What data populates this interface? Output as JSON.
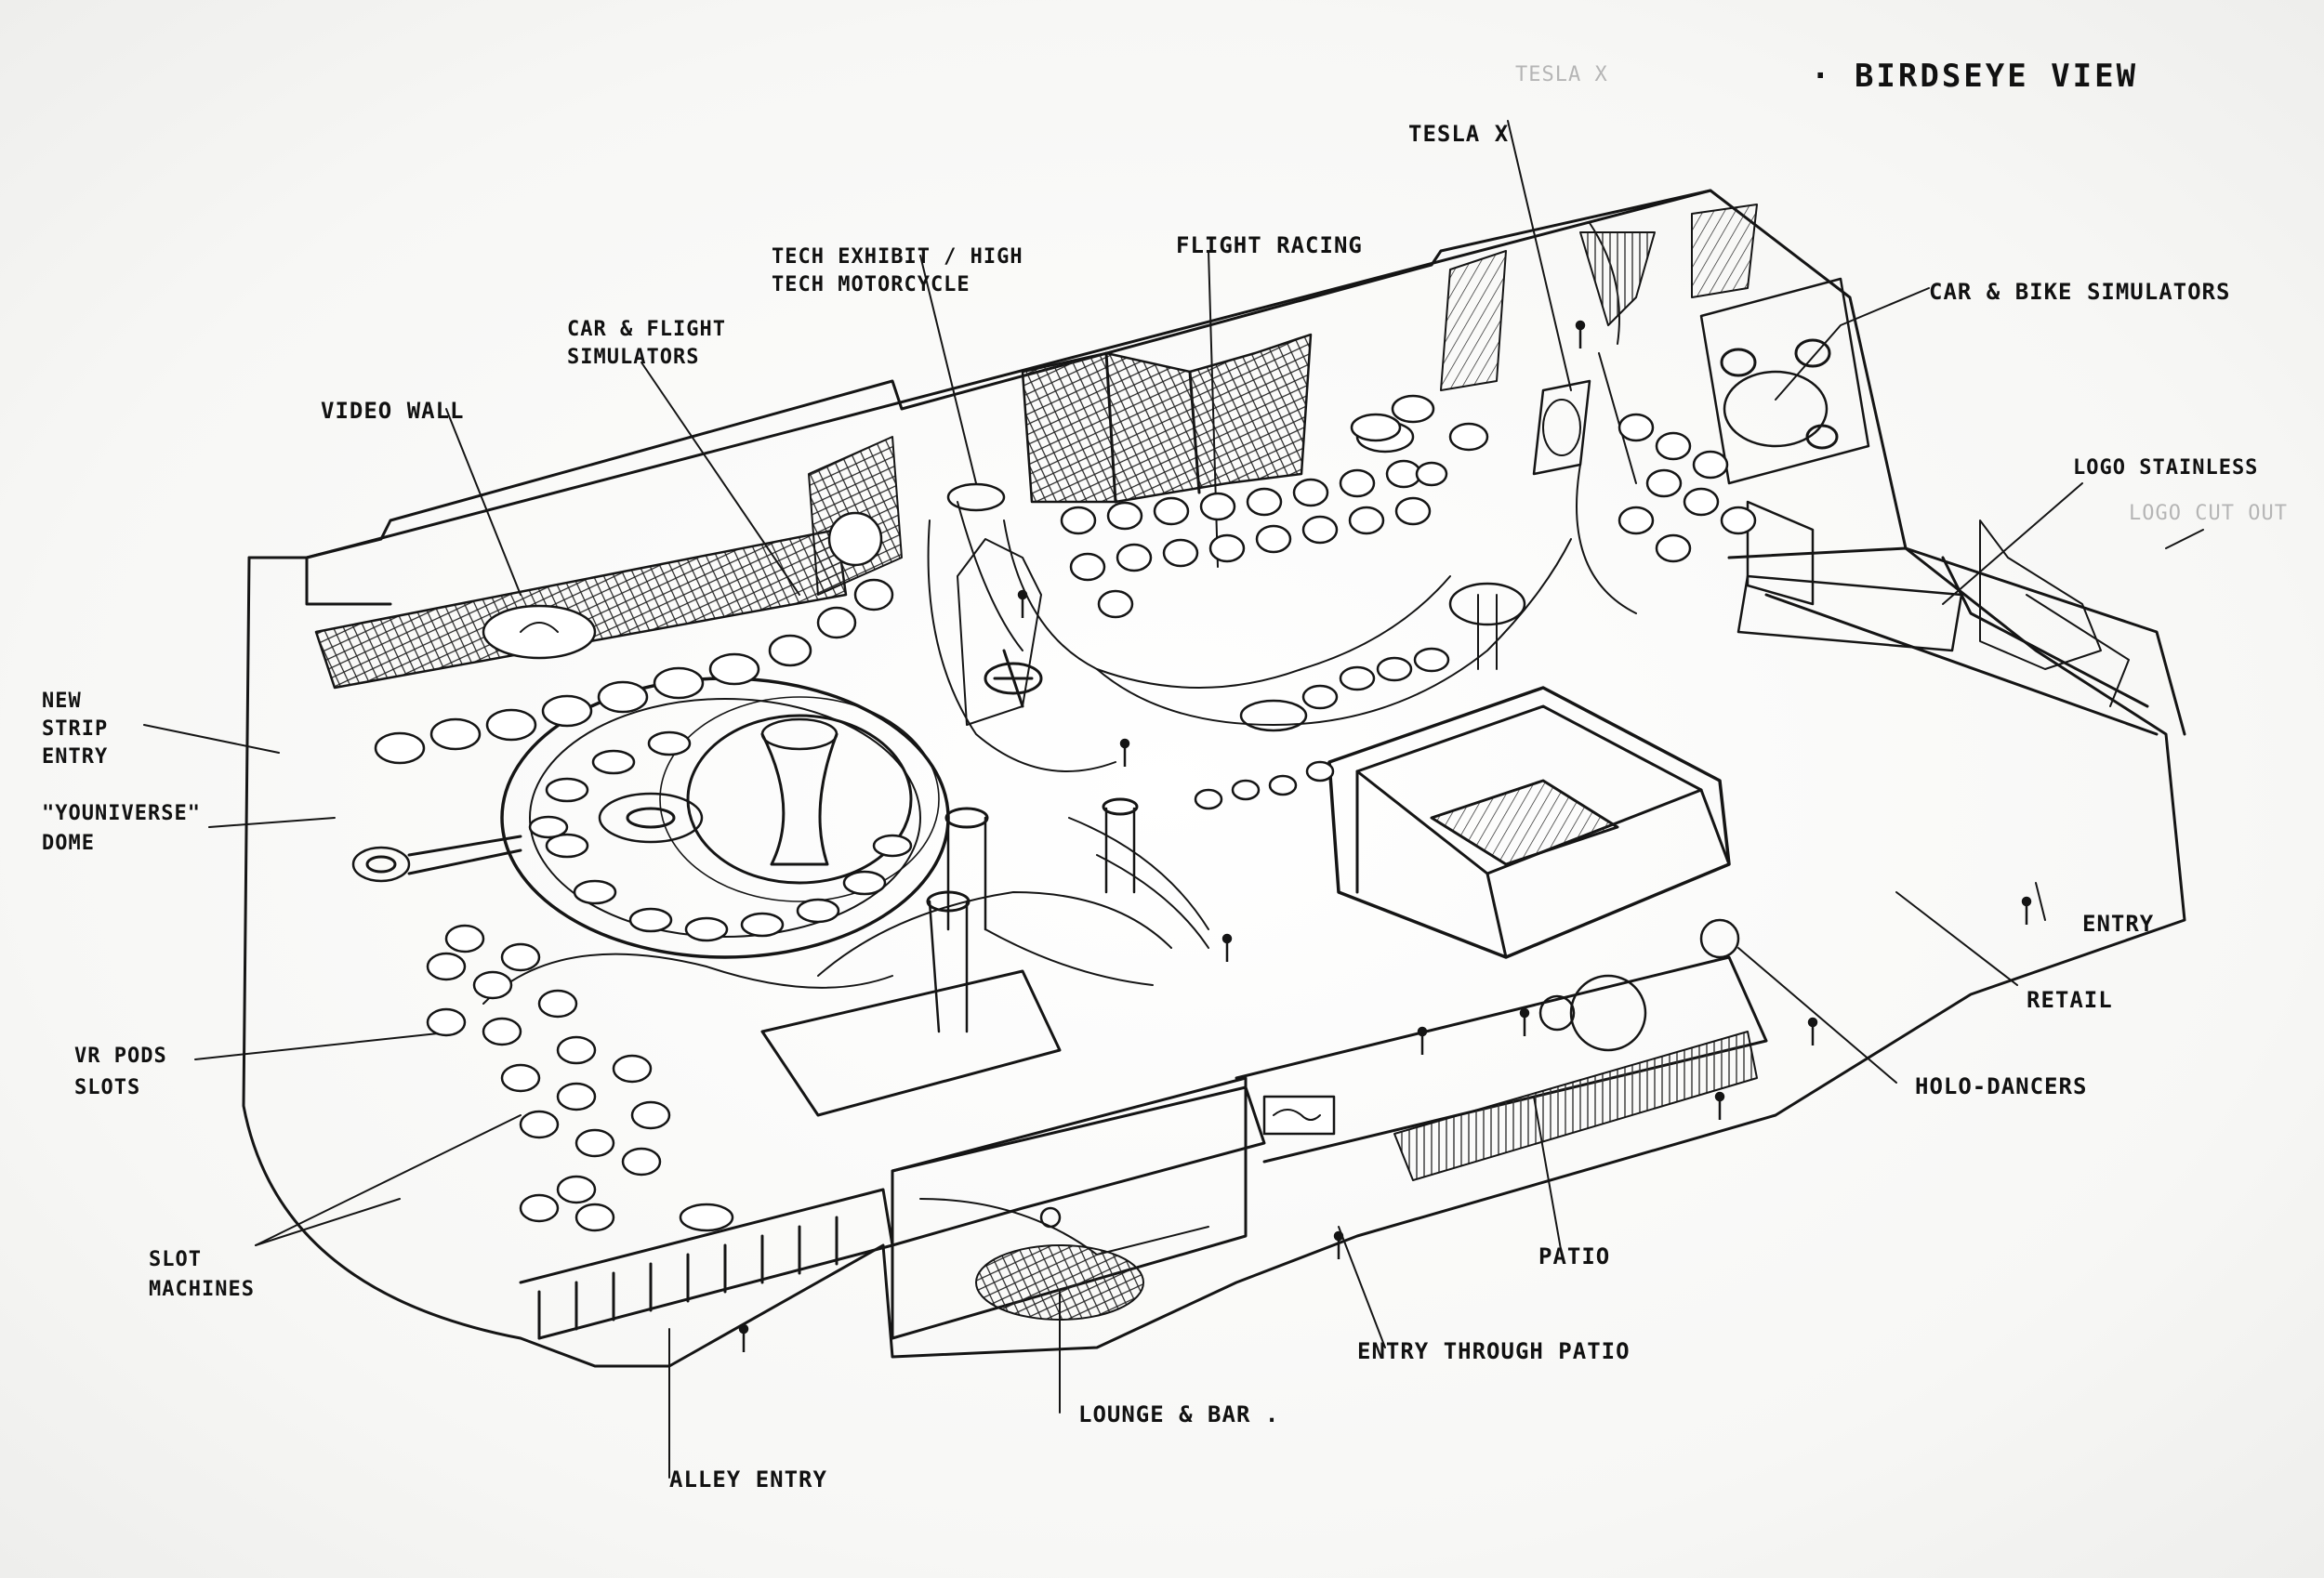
{
  "title": "· BIRDSEYE VIEW",
  "labels": {
    "tesla_x": "TESLA X",
    "flight_racing": "FLIGHT RACING",
    "tech_exhibit": "TECH EXHIBIT / HIGH TECH MOTORCYCLE",
    "car_bike_sim": "CAR & BIKE SIMULATORS",
    "car_flight_sim": "CAR & FLIGHT SIMULATORS",
    "video_wall": "VIDEO WALL",
    "new_strip_entry": "NEW STRIP ENTRY",
    "younverse_dome": "\"YOUNIVERSE\" DOME",
    "vr_pods": "VR PODS SLOTS",
    "slot_machines": "SLOT MACHINES",
    "alley_entry": "ALLEY ENTRY",
    "lounge_bar": "LOUNGE & BAR .",
    "entry_through_patio": "ENTRY THROUGH PATIO",
    "patio": "PATIO",
    "holo_dancers": "HOLO-DANCERS",
    "retail": "RETAIL",
    "entry": "ENTRY",
    "logo_stainless": "LOGO STAINLESS",
    "logo_cutout_faint": "LOGO CUT OUT"
  }
}
